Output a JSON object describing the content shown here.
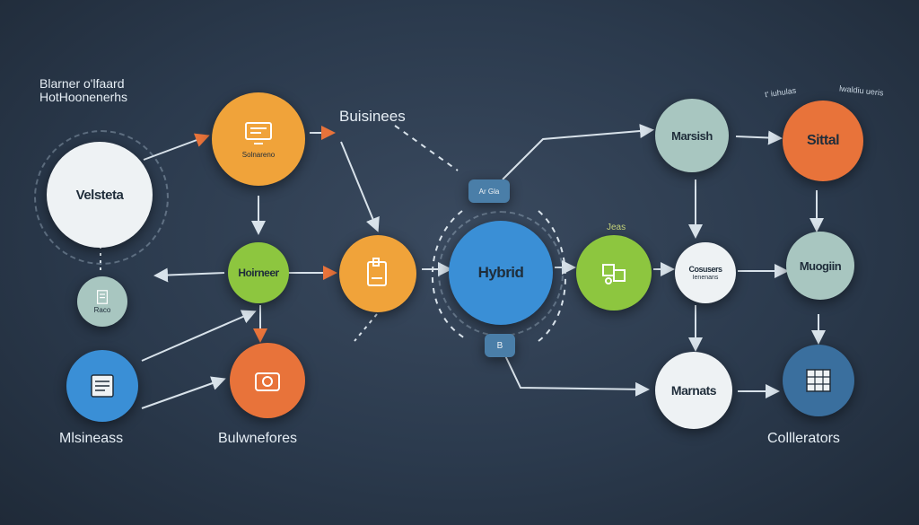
{
  "diagram": {
    "top_left_text": [
      "Blarner o'lfaard",
      "HotHoonenerhs"
    ],
    "top_right_small_1": "t' iuhulas",
    "top_right_small_2": "lwaldiu ueris",
    "jeas_text": "Jeas",
    "colors": {
      "orange": "#f0a33a",
      "dark_orange": "#e8733a",
      "green": "#8dc63f",
      "blue": "#3a8fd6",
      "teal": "#a8c6c0",
      "white": "#eef2f4",
      "arrow": "#d8e2ea",
      "arrow_accent": "#e8733a"
    },
    "nodes": {
      "velstea": {
        "label": "Velsteta"
      },
      "solhareno": {
        "label": "Solnareno",
        "icon": "monitor-icon"
      },
      "business": {
        "label": "Buisinees"
      },
      "raco": {
        "label": "Raco",
        "icon": "document-icon"
      },
      "hoirneer": {
        "label": "Hoirneer"
      },
      "orange_center": {
        "label": "",
        "icon": "tablet-icon"
      },
      "marneaess": {
        "label": "Mlsineass",
        "icon": "document-icon"
      },
      "bulwnefores": {
        "label": "Bulwnefores",
        "icon": "camera-icon"
      },
      "hybrid": {
        "label": "Hybrid"
      },
      "green_right": {
        "label": "",
        "icon": "puzzle-icon"
      },
      "marsish": {
        "label": "Marsish"
      },
      "sittal": {
        "label": "Sittal"
      },
      "cosusers": {
        "label": "Cosusers",
        "sub": "Ienenans"
      },
      "muogiin": {
        "label": "Muogiin"
      },
      "marnats": {
        "label": "Marnats"
      },
      "collaborators": {
        "label": "Colllerators",
        "icon": "spreadsheet-icon"
      }
    },
    "hub_top": {
      "label": "Ar Gla"
    },
    "hub_bottom": {
      "label": "B"
    }
  }
}
